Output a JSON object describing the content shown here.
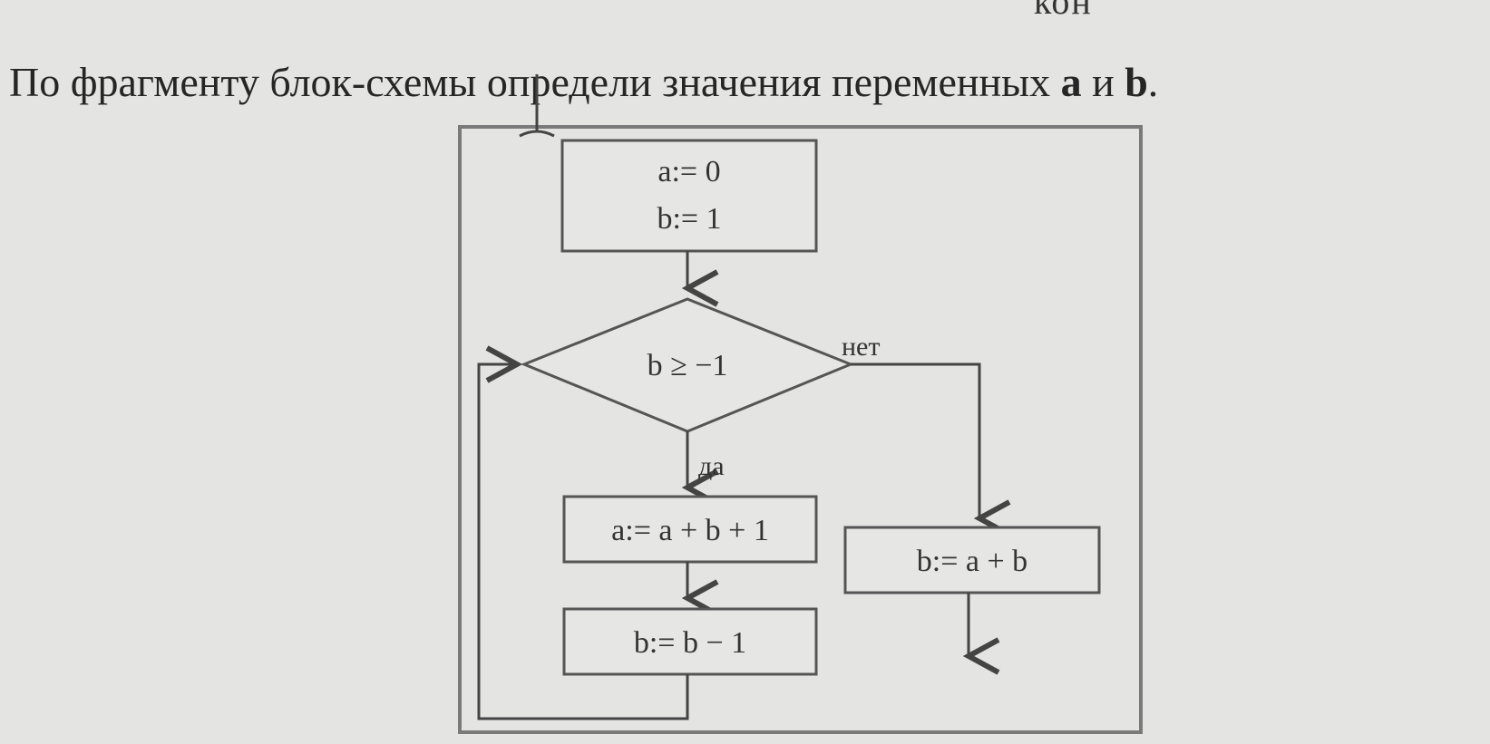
{
  "header_fragment": "кон",
  "task": {
    "prefix": "По фрагменту блок-схемы определи  значения переменных",
    "var_a": "a",
    "conj": "и",
    "var_b": "b",
    "end": "."
  },
  "flowchart": {
    "init_line1": "a:= 0",
    "init_line2": "b:= 1",
    "condition": "b ≥ −1",
    "yes_label": "да",
    "no_label": "нет",
    "step_a": "a:= a + b + 1",
    "step_b": "b:= b − 1",
    "result": "b:= a + b"
  }
}
